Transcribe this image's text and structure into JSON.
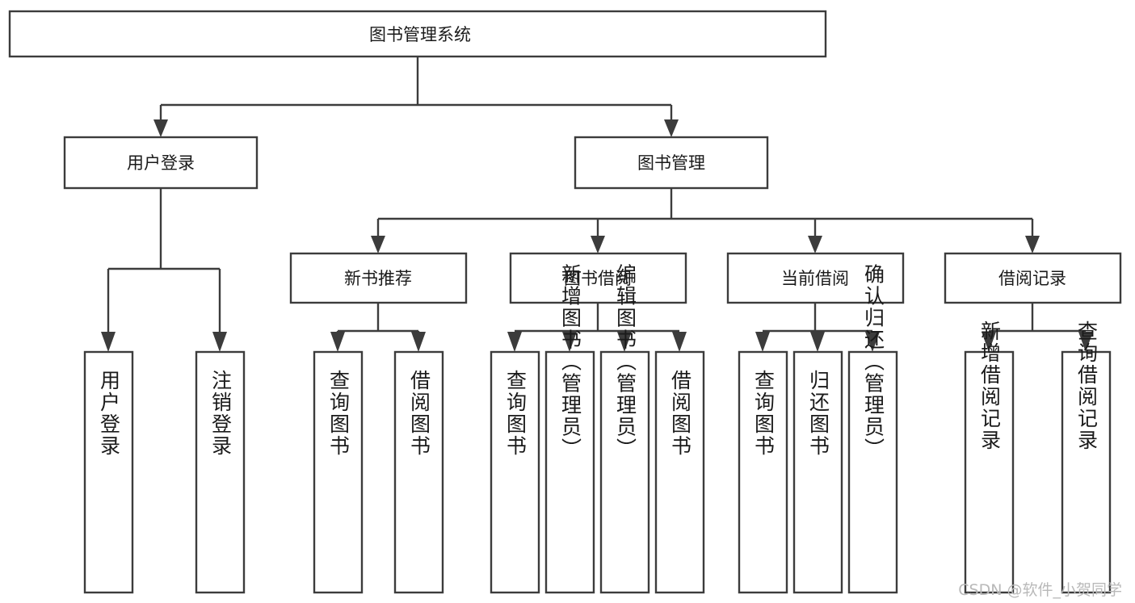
{
  "diagram": {
    "type": "tree-hierarchy",
    "title": "图书管理系统",
    "watermark": "CSDN @软件_小贺同学",
    "colors": {
      "stroke": "#3c3c3c",
      "fill": "#ffffff",
      "text": "#1a1a1a",
      "watermark": "#b9b9b9",
      "background": "#ffffff"
    },
    "levels": {
      "root": {
        "label": "图书管理系统",
        "orientation": "horizontal"
      },
      "level2": [
        {
          "label": "用户登录",
          "orientation": "horizontal"
        },
        {
          "label": "图书管理",
          "orientation": "horizontal"
        }
      ],
      "level3": [
        {
          "label": "新书推荐",
          "orientation": "horizontal"
        },
        {
          "label": "图书借阅",
          "orientation": "horizontal"
        },
        {
          "label": "当前借阅",
          "orientation": "horizontal"
        },
        {
          "label": "借阅记录",
          "orientation": "horizontal"
        }
      ],
      "leaves": {
        "用户登录": [
          {
            "label": "用户登录",
            "orientation": "vertical"
          },
          {
            "label": "注销登录",
            "orientation": "vertical"
          }
        ],
        "新书推荐": [
          {
            "label": "查询图书",
            "orientation": "vertical"
          },
          {
            "label": "借阅图书",
            "orientation": "vertical"
          }
        ],
        "图书借阅": [
          {
            "label": "查询图书",
            "orientation": "vertical"
          },
          {
            "label": "新增图书（管理员）",
            "orientation": "vertical"
          },
          {
            "label": "编辑图书（管理员）",
            "orientation": "vertical"
          },
          {
            "label": "借阅图书",
            "orientation": "vertical"
          }
        ],
        "当前借阅": [
          {
            "label": "查询图书",
            "orientation": "vertical"
          },
          {
            "label": "归还图书",
            "orientation": "vertical"
          },
          {
            "label": "确认归还（管理员）",
            "orientation": "vertical"
          }
        ],
        "借阅记录": [
          {
            "label": "新增借阅记录",
            "orientation": "vertical"
          },
          {
            "label": "查询借阅记录",
            "orientation": "vertical"
          }
        ]
      }
    },
    "nodes": {
      "root": "图书管理系统",
      "n_user_login": "用户登录",
      "n_book_mgmt": "图书管理",
      "n_new_book_rec": "新书推荐",
      "n_book_borrow": "图书借阅",
      "n_current_borrow": "当前借阅",
      "n_borrow_record": "借阅记录",
      "l_user_login": "用户登录",
      "l_logout": "注销登录",
      "l_query_book_a": "查询图书",
      "l_borrow_book_a": "借阅图书",
      "l_query_book_b": "查询图书",
      "l_add_book": "新增图书（管理员）",
      "l_edit_book": "编辑图书（管理员）",
      "l_borrow_book_b": "借阅图书",
      "l_query_book_c": "查询图书",
      "l_return_book": "归还图书",
      "l_confirm_return": "确认归还（管理员）",
      "l_add_record": "新增借阅记录",
      "l_query_record": "查询借阅记录"
    }
  }
}
